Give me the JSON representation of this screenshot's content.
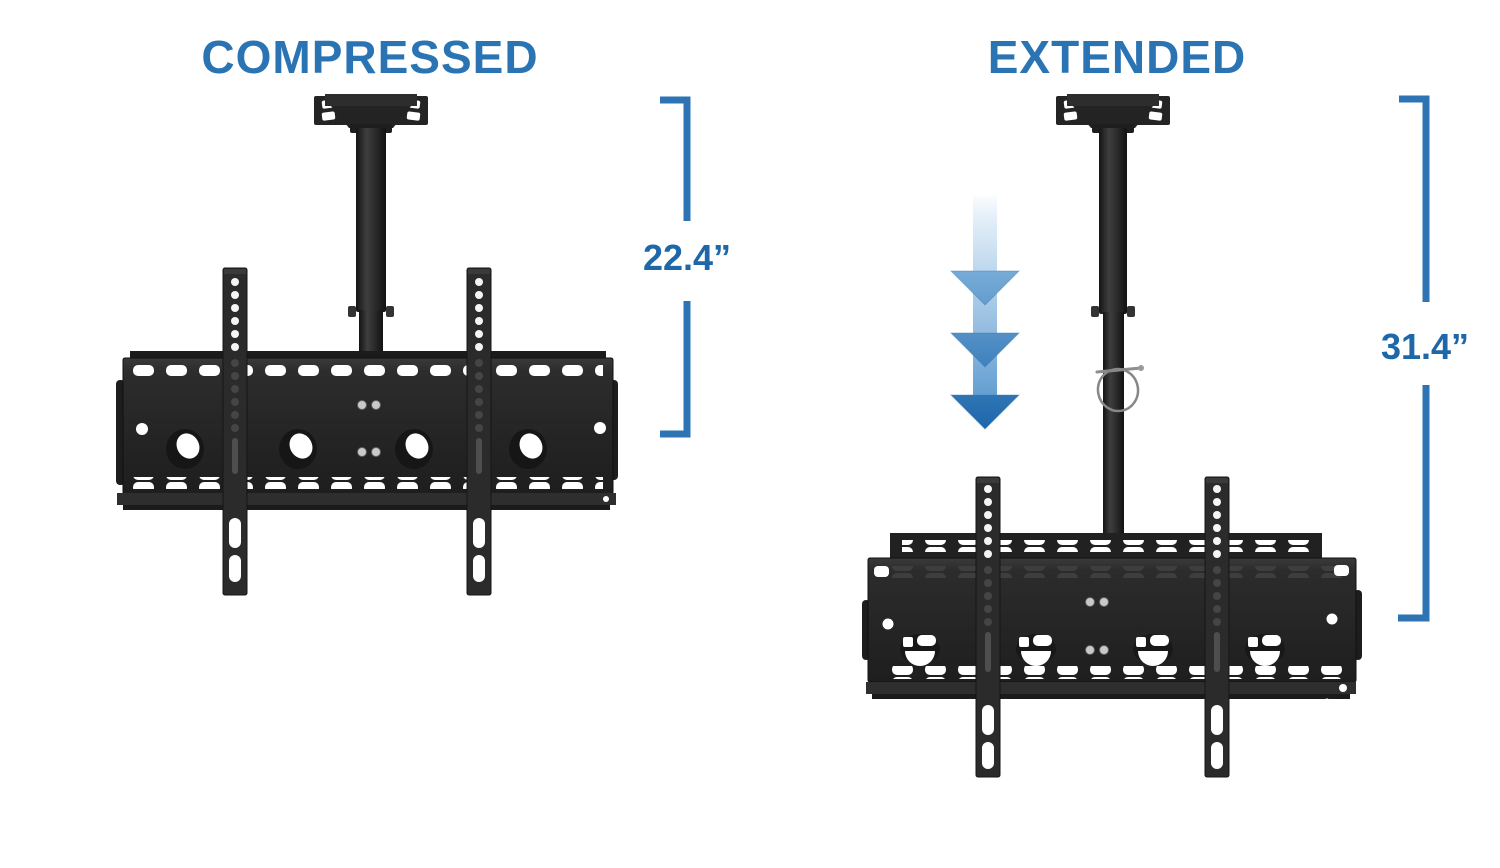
{
  "page": {
    "background_color": "#ffffff"
  },
  "colors": {
    "accent_blue": "#2b74b4",
    "dimension_line": "#2e74b5",
    "measurement_text": "#1e67a8",
    "mount_dark": "#262626",
    "arrow_light": "#e4eff9",
    "arrow_dark": "#1a65ab"
  },
  "panels": {
    "compressed": {
      "title": "COMPRESSED",
      "measurement_label": "22.4”",
      "illustration": "ceiling-tv-mount-compressed"
    },
    "extended": {
      "title": "EXTENDED",
      "measurement_label": "31.4”",
      "illustration": "ceiling-tv-mount-extended"
    }
  },
  "icons": {
    "extend_arrows": "triple-down-arrow-icon"
  }
}
